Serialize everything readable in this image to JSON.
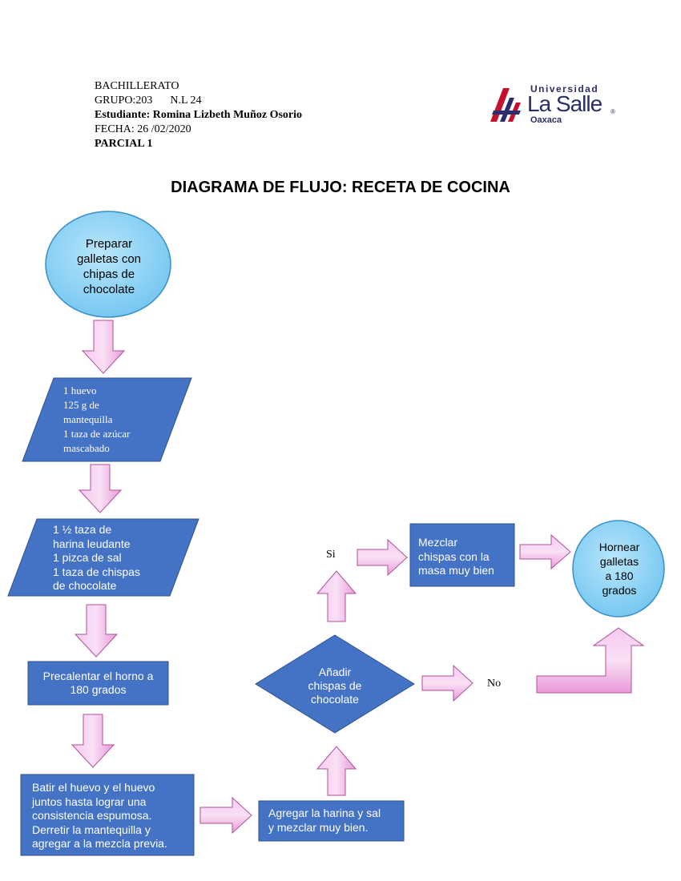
{
  "header": {
    "line1": "BACHILLERATO",
    "grupo": "GRUPO:203",
    "nl": "N.L 24",
    "estudiante": "Estudiante: Romina Lizbeth Muñoz Osorio",
    "fecha": "FECHA: 26 /02/2020",
    "parcial": "PARCIAL 1"
  },
  "logo": {
    "universidad": "Universidad",
    "name": "La Salle",
    "reg": "®",
    "city": "Oaxaca"
  },
  "title": "DIAGRAMA DE FLUJO: RECETA DE COCINA",
  "nodes": {
    "start": [
      "Preparar",
      "galletas con",
      "chipas de",
      "chocolate"
    ],
    "input1": [
      "1 huevo",
      "125 g de",
      "mantequilla",
      "1 taza de azúcar",
      "mascabado"
    ],
    "input2": [
      "1 ½ taza de",
      "harina leudante",
      "1 pizca de sal",
      "1 taza de chispas",
      "de chocolate"
    ],
    "preheat": [
      "Precalentar el horno a",
      "180 grados"
    ],
    "beat": [
      "Batir el huevo y el huevo",
      "juntos hasta lograr una",
      "consistencia espumosa.",
      "Derretir la mantequilla y",
      "agregar a la mezcla previa."
    ],
    "add_flour": [
      "Agregar la harina y sal",
      "y mezclar muy bien."
    ],
    "decision": [
      "Añadir",
      "chispas de",
      "chocolate"
    ],
    "mix": [
      "Mezclar",
      "chispas con la",
      "masa muy bien"
    ],
    "bake": [
      "Hornear",
      "galletas",
      "a 180",
      "grados"
    ]
  },
  "labels": {
    "yes": "Si",
    "no": "No"
  },
  "colors": {
    "box_fill": "#4472c4",
    "box_stroke": "#2f528f",
    "ellipse_fill": "#8fd3f5",
    "arrow_fill": "#f4b6e7",
    "arrow_stroke": "#b0509a"
  }
}
